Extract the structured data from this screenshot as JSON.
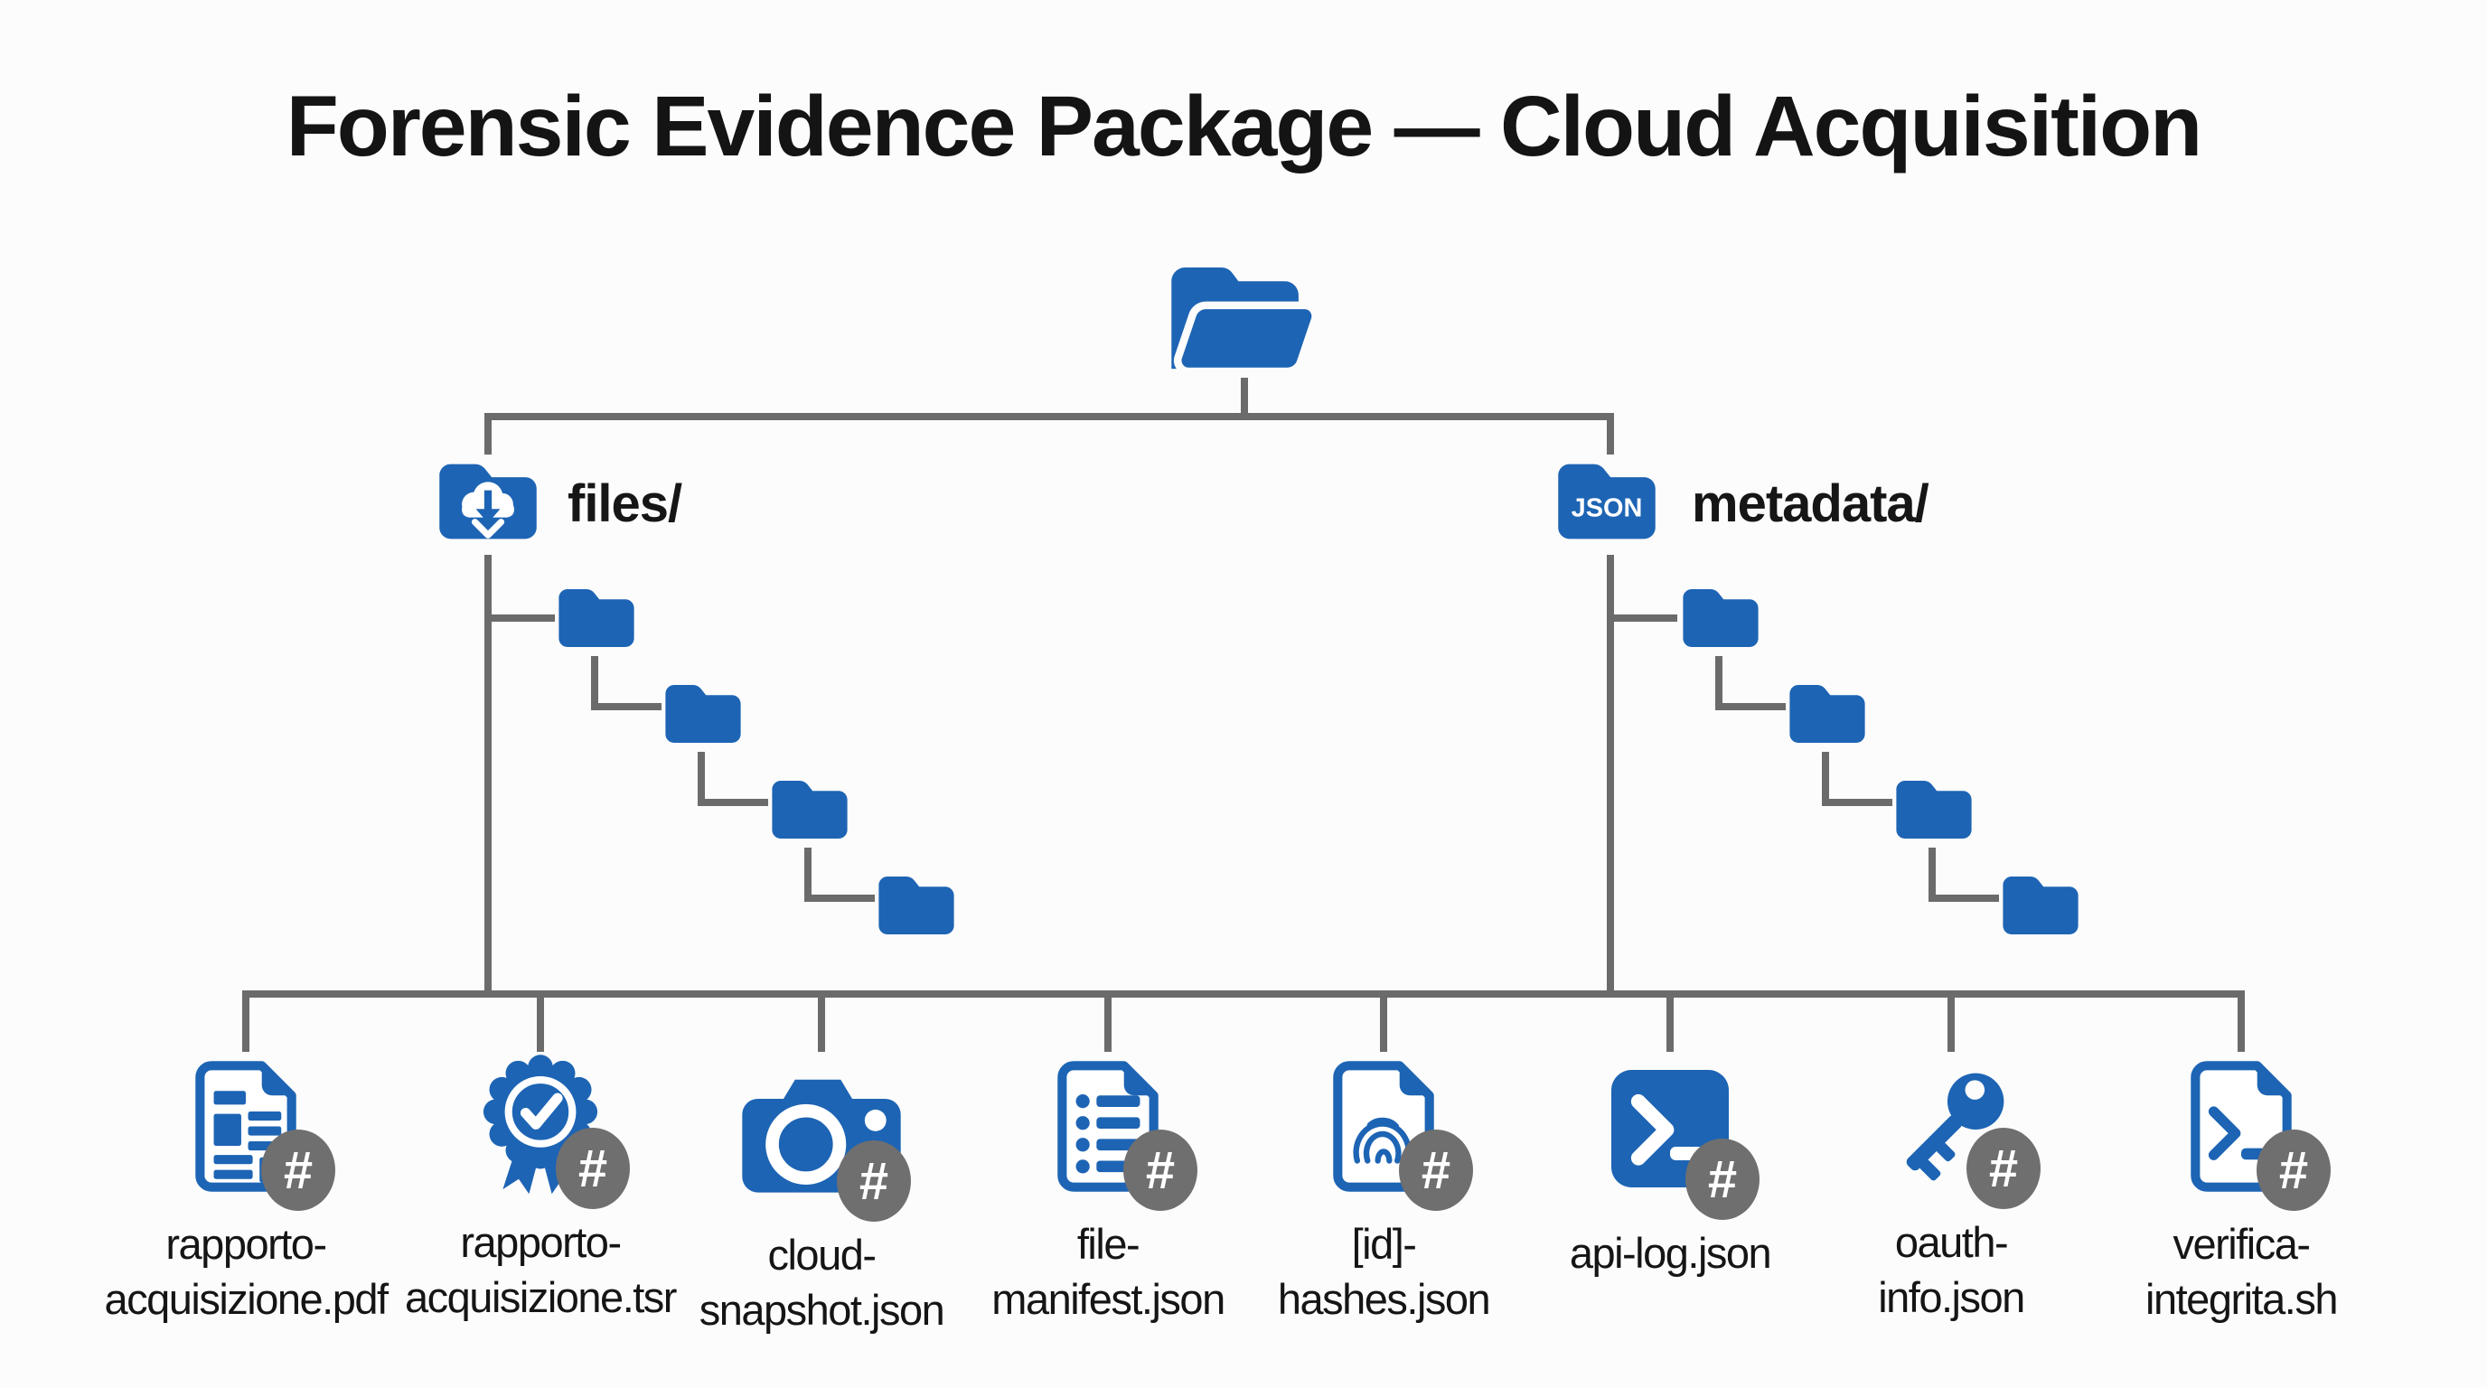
{
  "title": "Forensic Evidence Package — Cloud Acquisition",
  "badge_glyph": "#",
  "colors": {
    "icon_blue": "#1d64b4",
    "line_gray": "#6b6b6b",
    "badge_gray": "#6f6f6f",
    "text_black": "#151515"
  },
  "root": {
    "icon": "open-folder"
  },
  "branches": [
    {
      "id": "files",
      "label": "files/",
      "icon": "cloud-download-folder",
      "subfolder_count": 4
    },
    {
      "id": "metadata",
      "label": "metadata/",
      "icon": "json-folder",
      "badge_text": "JSON",
      "subfolder_count": 4
    }
  ],
  "files": [
    {
      "icon": "report-document",
      "line1": "rapporto-",
      "line2": "acquisizione.pdf"
    },
    {
      "icon": "certificate-seal",
      "line1": "rapporto-",
      "line2": "acquisizione.tsr"
    },
    {
      "icon": "camera",
      "line1": "cloud-",
      "line2": "snapshot.json"
    },
    {
      "icon": "list-document",
      "line1": "file-",
      "line2": "manifest.json"
    },
    {
      "icon": "fingerprint-document",
      "line1": "[id]-",
      "line2": "hashes.json"
    },
    {
      "icon": "terminal",
      "line1": "api-log.json",
      "line2": ""
    },
    {
      "icon": "key",
      "line1": "oauth-",
      "line2": "info.json"
    },
    {
      "icon": "shell-script-document",
      "line1": "verifica-",
      "line2": "integrita.sh"
    }
  ]
}
